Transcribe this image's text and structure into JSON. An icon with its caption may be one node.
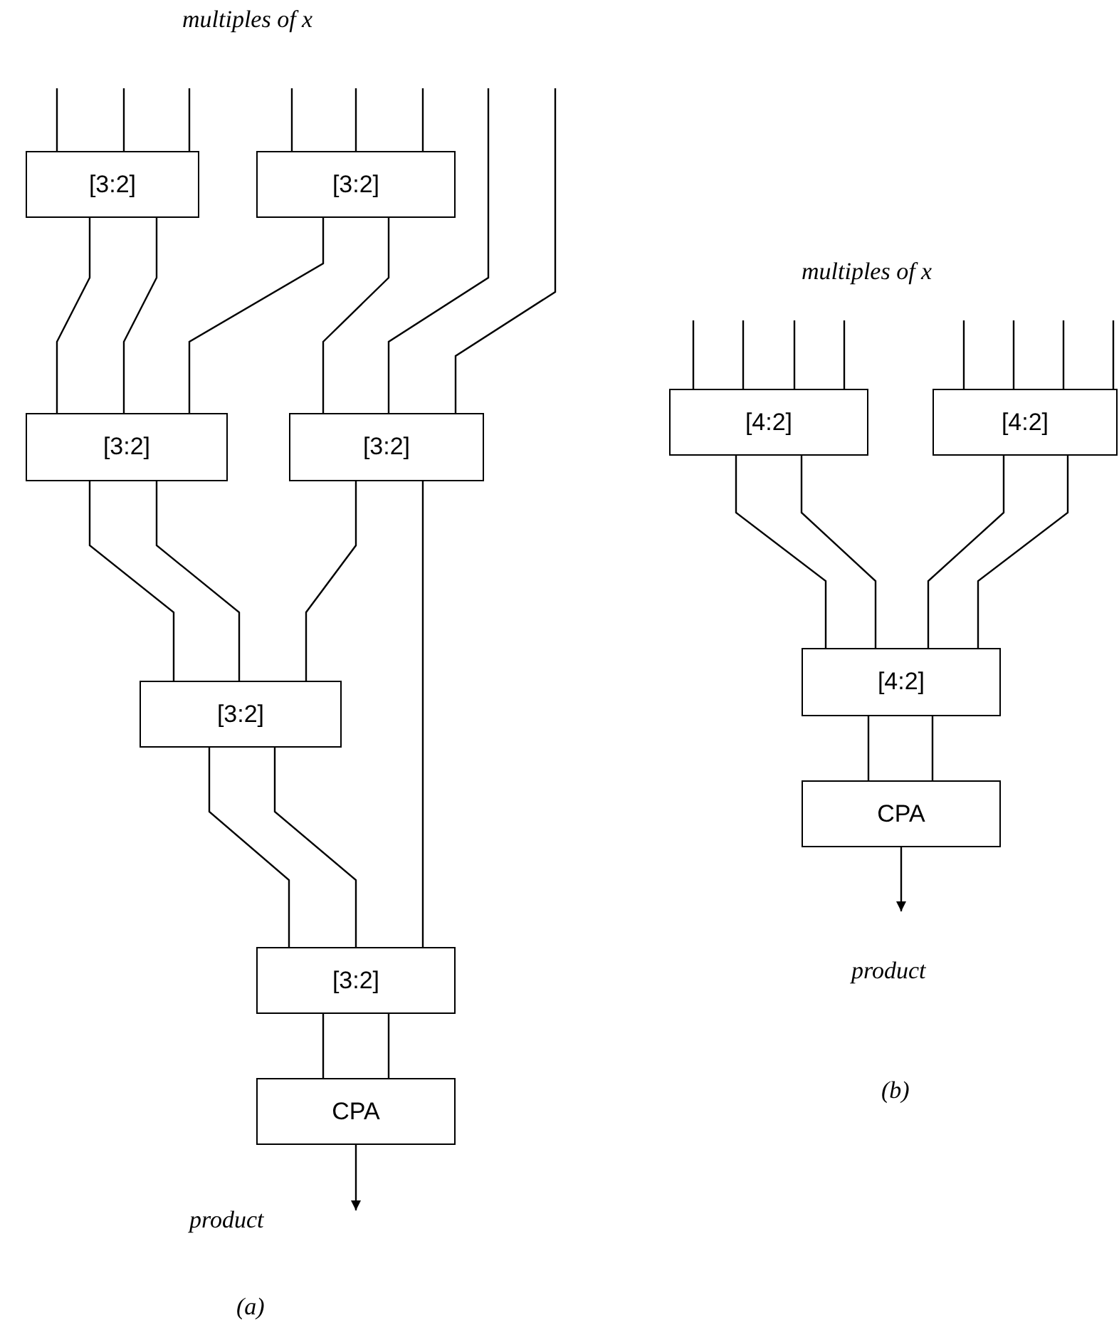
{
  "diagram": {
    "nodes": [
      {
        "text": [
          "[3:2]"
        ]
      },
      {
        "text": [
          "[3:2]"
        ]
      },
      {
        "text": [
          "[3:2]"
        ]
      },
      {
        "text": [
          "[3:2]"
        ]
      },
      {
        "text": [
          "[3:2]"
        ]
      },
      {
        "text": [
          "[3:2]"
        ]
      },
      {
        "text": [
          "CPA"
        ]
      },
      {
        "text": [
          "[4:2]"
        ]
      },
      {
        "text": [
          "[4:2]"
        ]
      },
      {
        "text": [
          "[4:2]"
        ]
      },
      {
        "text": [
          "CPA"
        ]
      }
    ],
    "edges": [
      {
        "from": null,
        "to": 0,
        "arrow": "none"
      },
      {
        "from": null,
        "to": 0,
        "arrow": "none"
      },
      {
        "from": null,
        "to": 0,
        "arrow": "none"
      },
      {
        "from": null,
        "to": 1,
        "arrow": "none"
      },
      {
        "from": null,
        "to": 1,
        "arrow": "none"
      },
      {
        "from": null,
        "to": 1,
        "arrow": "none"
      },
      {
        "from": null,
        "to": 3,
        "arrow": "none"
      },
      {
        "from": null,
        "to": 3,
        "arrow": "none"
      },
      {
        "from": 0,
        "to": 2,
        "arrow": "none"
      },
      {
        "from": 0,
        "to": 2,
        "arrow": "none"
      },
      {
        "from": 1,
        "to": 2,
        "arrow": "none"
      },
      {
        "from": 1,
        "to": 3,
        "arrow": "none"
      },
      {
        "from": 2,
        "to": 4,
        "arrow": "none"
      },
      {
        "from": 2,
        "to": 4,
        "arrow": "none"
      },
      {
        "from": 3,
        "to": 4,
        "arrow": "none"
      },
      {
        "from": 3,
        "to": 5,
        "arrow": "none"
      },
      {
        "from": 4,
        "to": 5,
        "arrow": "none"
      },
      {
        "from": 4,
        "to": 5,
        "arrow": "none"
      },
      {
        "from": 5,
        "to": 6,
        "arrow": "none"
      },
      {
        "from": 5,
        "to": 6,
        "arrow": "none"
      },
      {
        "from": 6,
        "to": null,
        "arrow": "to"
      },
      {
        "from": null,
        "to": 7,
        "arrow": "none"
      },
      {
        "from": null,
        "to": 7,
        "arrow": "none"
      },
      {
        "from": null,
        "to": 7,
        "arrow": "none"
      },
      {
        "from": null,
        "to": 7,
        "arrow": "none"
      },
      {
        "from": null,
        "to": 8,
        "arrow": "none"
      },
      {
        "from": null,
        "to": 8,
        "arrow": "none"
      },
      {
        "from": null,
        "to": 8,
        "arrow": "none"
      },
      {
        "from": null,
        "to": 8,
        "arrow": "none"
      },
      {
        "from": 7,
        "to": 9,
        "arrow": "none"
      },
      {
        "from": 7,
        "to": 9,
        "arrow": "none"
      },
      {
        "from": 8,
        "to": 9,
        "arrow": "none"
      },
      {
        "from": 8,
        "to": 9,
        "arrow": "none"
      },
      {
        "from": 9,
        "to": 10,
        "arrow": "none"
      },
      {
        "from": 9,
        "to": 10,
        "arrow": "none"
      },
      {
        "from": 10,
        "to": null,
        "arrow": "to"
      }
    ],
    "labels": [
      "multiples of x",
      "product",
      "(a)",
      "multiples of x",
      "product",
      "(b)"
    ]
  }
}
